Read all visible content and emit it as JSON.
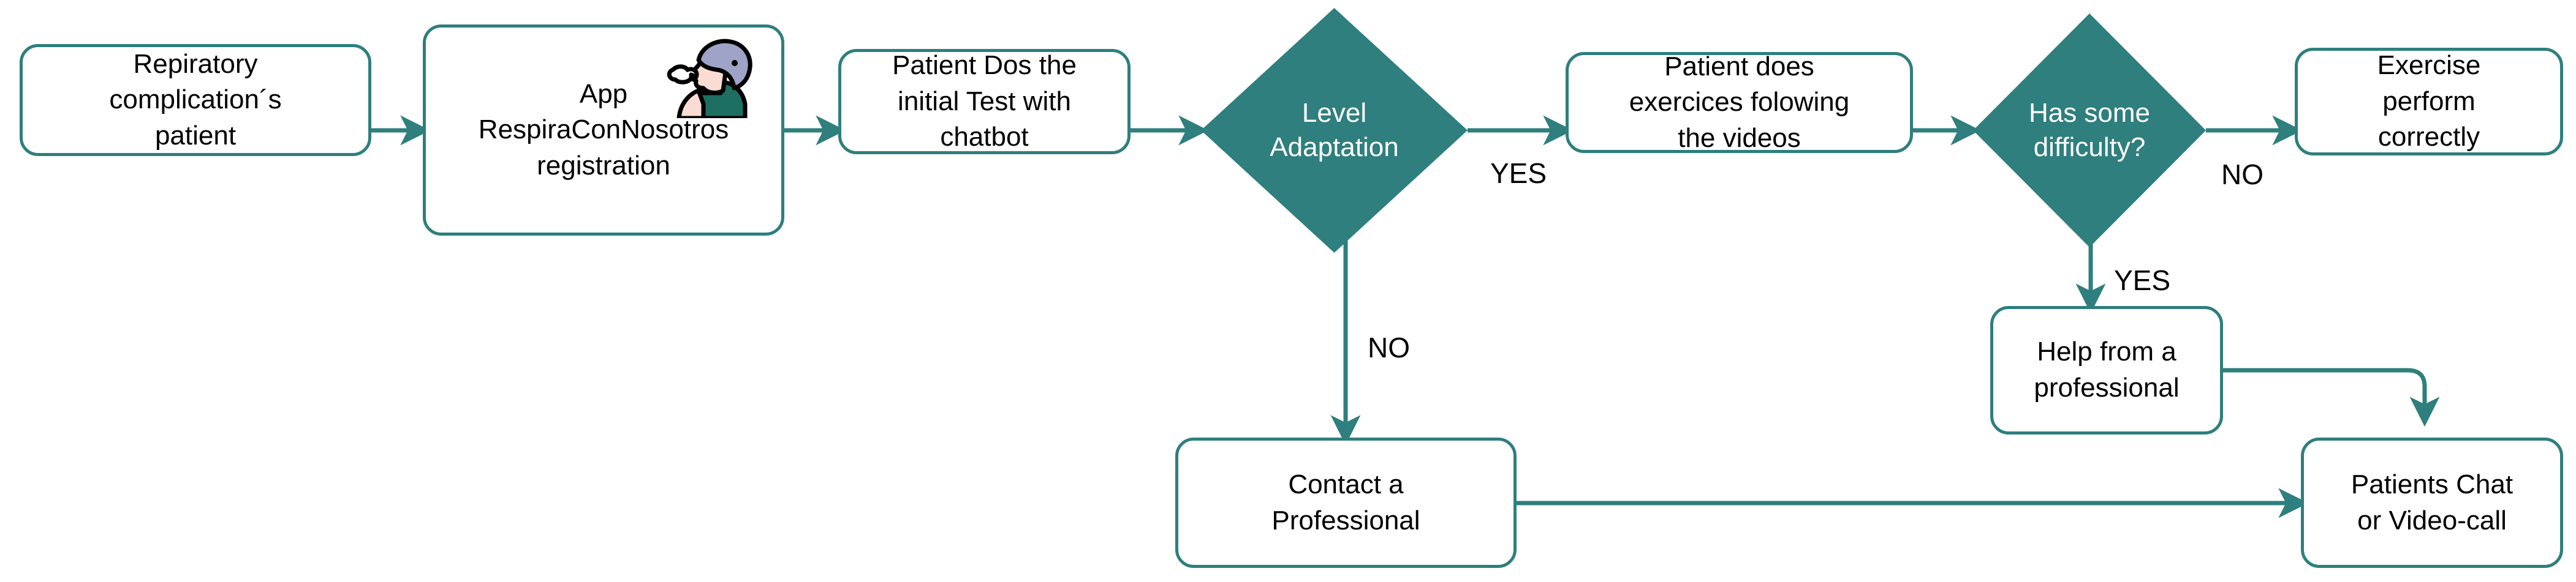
{
  "diagram": {
    "type": "flowchart",
    "title": "RespiraConNosotros patient exercise flow",
    "accent_color": "#2e7f7d",
    "node_fill": "#ffffff",
    "node_text_color": "#000000",
    "decision_text_color": "#ffffff",
    "background": "#ffffff"
  },
  "nodes": [
    {
      "id": "start",
      "shape": "rounded-rect",
      "label": "Repiratory\ncomplication´s\npatient"
    },
    {
      "id": "app-registration",
      "shape": "rounded-rect",
      "label": "App\nRespiraConNosotros\nregistration",
      "icon": "breathing-person-icon"
    },
    {
      "id": "initial-test",
      "shape": "rounded-rect",
      "label": "Patient Dos the\ninitial Test with\nchatbot"
    },
    {
      "id": "level-adaptation",
      "shape": "diamond",
      "label": "Level\nAdaptation"
    },
    {
      "id": "does-exercises",
      "shape": "rounded-rect",
      "label": "Patient does\nexercices folowing\nthe videos"
    },
    {
      "id": "has-difficulty",
      "shape": "diamond",
      "label": "Has some\ndifficulty?"
    },
    {
      "id": "exercise-correct",
      "shape": "rounded-rect",
      "label": "Exercise\nperform\ncorrectly"
    },
    {
      "id": "contact-professional",
      "shape": "rounded-rect",
      "label": "Contact a\nProfessional"
    },
    {
      "id": "help-professional",
      "shape": "rounded-rect",
      "label": "Help from a\nprofessional"
    },
    {
      "id": "patients-chat",
      "shape": "rounded-rect",
      "label": "Patients Chat\nor Video-call"
    }
  ],
  "edge_labels": {
    "level_adaptation_yes": "YES",
    "level_adaptation_no": "NO",
    "has_difficulty_no": "NO",
    "has_difficulty_yes": "YES"
  },
  "icon": {
    "name": "breathing-person-icon",
    "hair_color": "#9fa3c7",
    "skin_color": "#fbdcd2",
    "shirt_color": "#1d6f62",
    "outline_color": "#000000",
    "breath_color": "#ffffff"
  }
}
